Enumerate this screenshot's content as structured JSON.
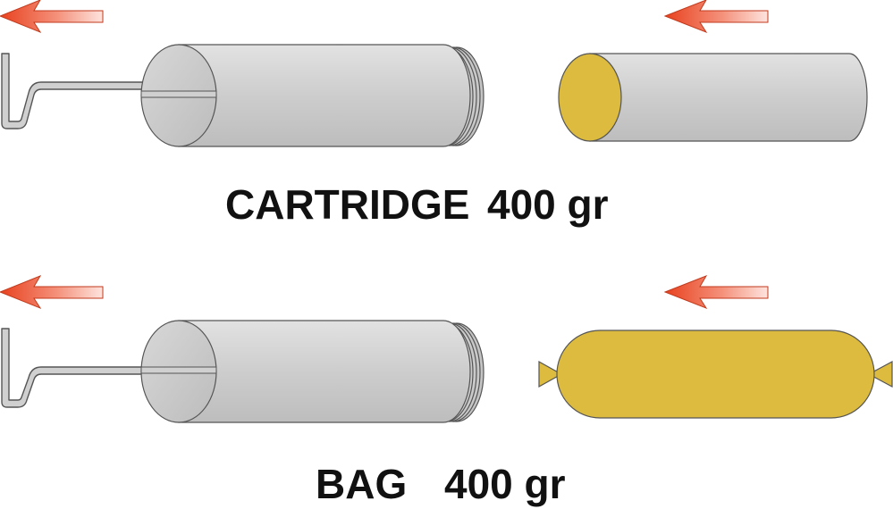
{
  "captions": {
    "cartridge_name": "CARTRIDGE",
    "cartridge_weight": "400 gr",
    "bag_name": "BAG",
    "bag_weight": "400 gr"
  },
  "colors": {
    "arrow": "#f05a3c",
    "tube_body": "#cfcfcf",
    "tube_outline": "#444444",
    "cartridge_cap": "#dcbb3e",
    "bag_fill": "#dcbb3e",
    "text": "#111111"
  }
}
